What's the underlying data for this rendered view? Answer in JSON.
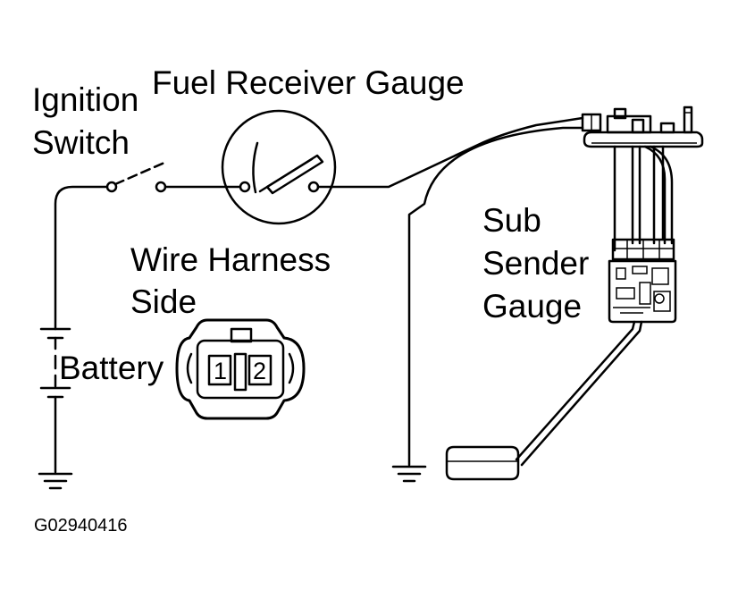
{
  "labels": {
    "fuel_receiver_gauge": "Fuel Receiver Gauge",
    "ignition_switch_line1": "Ignition",
    "ignition_switch_line2": "Switch",
    "wire_harness_line1": "Wire Harness",
    "wire_harness_line2": "Side",
    "battery": "Battery",
    "sub_sender_line1": "Sub",
    "sub_sender_line2": "Sender",
    "sub_sender_line3": "Gauge",
    "figure_code": "G02940416"
  },
  "connector": {
    "pin_1": "1",
    "pin_2": "2"
  }
}
